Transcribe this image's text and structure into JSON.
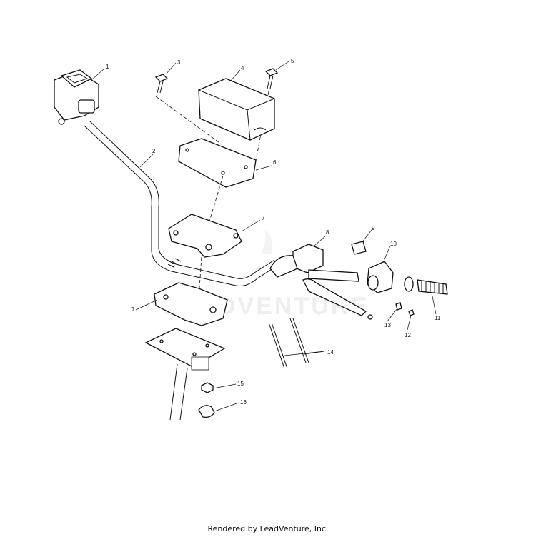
{
  "diagram": {
    "callouts": [
      "1",
      "2",
      "3",
      "4",
      "5",
      "6",
      "7",
      "7",
      "8",
      "9",
      "10",
      "11",
      "12",
      "13",
      "14",
      "15",
      "16"
    ],
    "watermark": "LEADVENTURE"
  },
  "footer": {
    "text": "Rendered by LeadVenture, Inc."
  }
}
